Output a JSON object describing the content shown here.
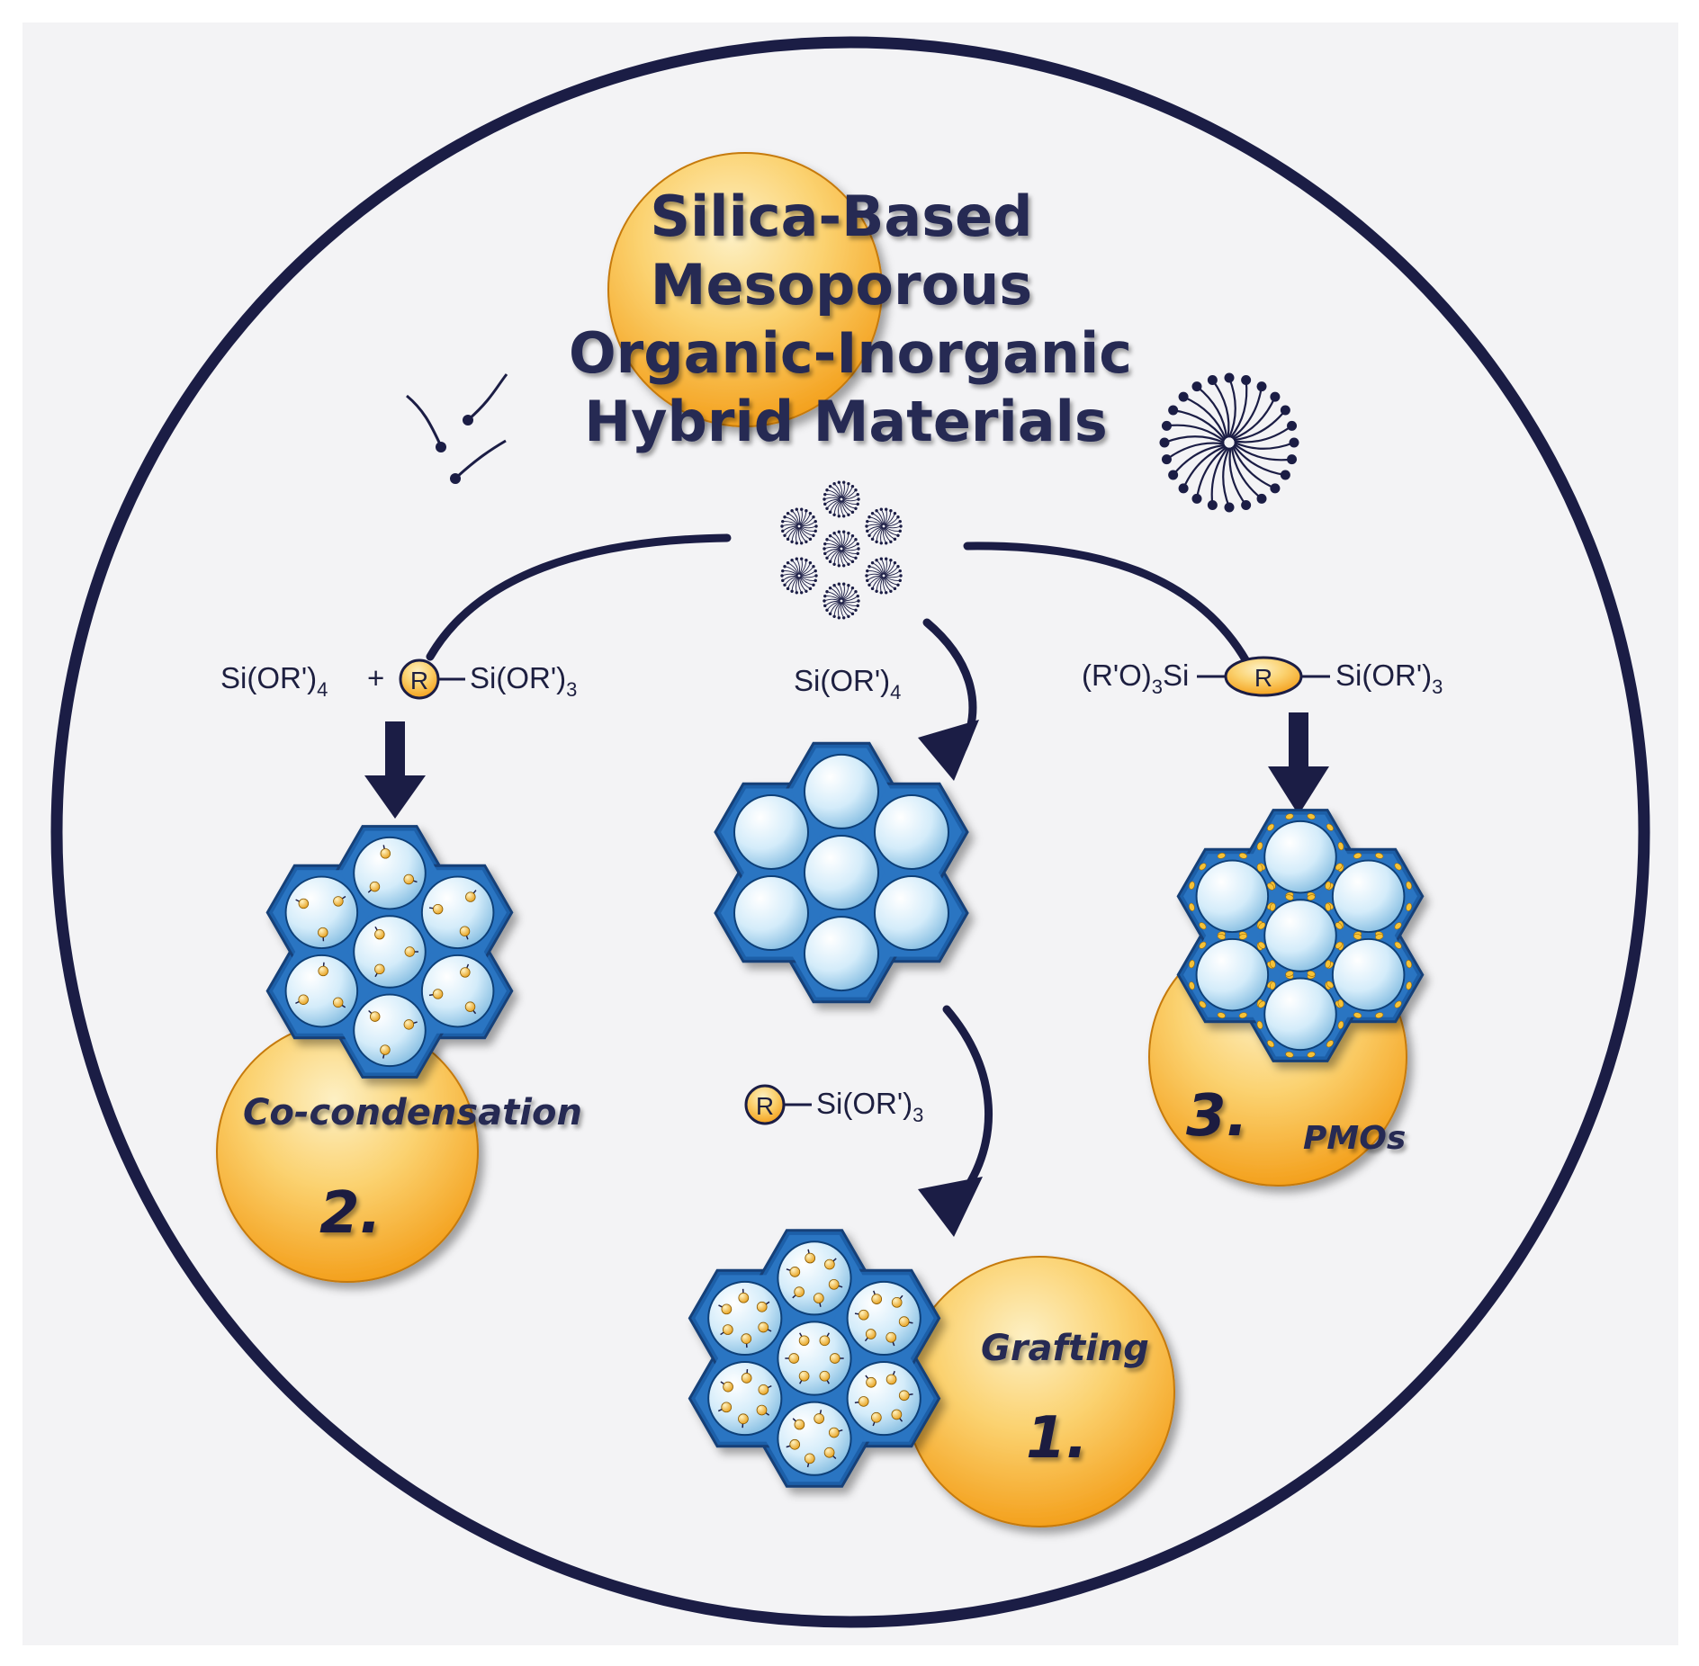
{
  "title": {
    "line1": "Silica-Based",
    "line2": "Mesoporous",
    "line3": "Organic-Inorganic",
    "line4": "Hybrid Materials"
  },
  "routes": {
    "cocondensation": {
      "precursor_a": "Si(OR')",
      "precursor_a_sub": "4",
      "plus": "+",
      "r_label": "R",
      "precursor_b": "Si(OR')",
      "precursor_b_sub": "3",
      "method": "Co-condensation",
      "number": "2."
    },
    "template": {
      "precursor": "Si(OR')",
      "precursor_sub": "4"
    },
    "grafting": {
      "r_label": "R",
      "precursor": "Si(OR')",
      "precursor_sub": "3",
      "method": "Grafting",
      "number": "1."
    },
    "pmo": {
      "precursor_left": "(R'O)",
      "precursor_left_sub": "3",
      "precursor_left_tail": "Si",
      "r_label": "R",
      "precursor_right": "Si(OR')",
      "precursor_right_sub": "3",
      "method": "PMOs",
      "number": "3."
    }
  },
  "colors": {
    "background": "#f3f3f5",
    "ring": "#1b1d45",
    "framework": "#1e5fa8",
    "pore_light": "#e6f4fd",
    "pore_dark": "#73b4dc",
    "orange": "#f5a623",
    "orange_light": "#fde6a6",
    "text": "#262a52"
  },
  "icons": [
    "surfactant-molecules-icon",
    "micelle-icon",
    "micelle-cluster-icon",
    "mesoporous-hexagon-icon"
  ]
}
